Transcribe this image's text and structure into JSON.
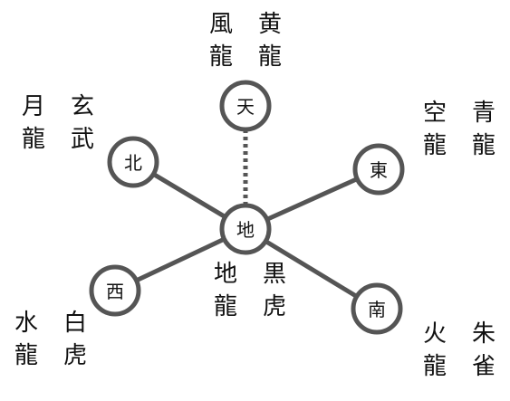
{
  "colors": {
    "line": "#555555",
    "text": "#111111",
    "background": "#ffffff"
  },
  "nodes": [
    {
      "id": "heaven",
      "char": "天"
    },
    {
      "id": "north",
      "char": "北"
    },
    {
      "id": "east",
      "char": "東"
    },
    {
      "id": "earth",
      "char": "地"
    },
    {
      "id": "west",
      "char": "西"
    },
    {
      "id": "south",
      "char": "南"
    }
  ],
  "labels": [
    {
      "id": "heaven",
      "col_left": "風龍",
      "col_right": "黄龍"
    },
    {
      "id": "north",
      "col_left": "月龍",
      "col_right": "玄武"
    },
    {
      "id": "east",
      "col_left": "空龍",
      "col_right": "青龍"
    },
    {
      "id": "earth",
      "col_left": "地龍",
      "col_right": "黒虎"
    },
    {
      "id": "west",
      "col_left": "水龍",
      "col_right": "白虎"
    },
    {
      "id": "south",
      "col_left": "火龍",
      "col_right": "朱雀"
    }
  ],
  "edges": [
    {
      "from": "earth",
      "to": "heaven",
      "style": "dotted"
    },
    {
      "from": "earth",
      "to": "north",
      "style": "solid"
    },
    {
      "from": "earth",
      "to": "east",
      "style": "solid"
    },
    {
      "from": "earth",
      "to": "west",
      "style": "solid"
    },
    {
      "from": "earth",
      "to": "south",
      "style": "solid"
    }
  ]
}
